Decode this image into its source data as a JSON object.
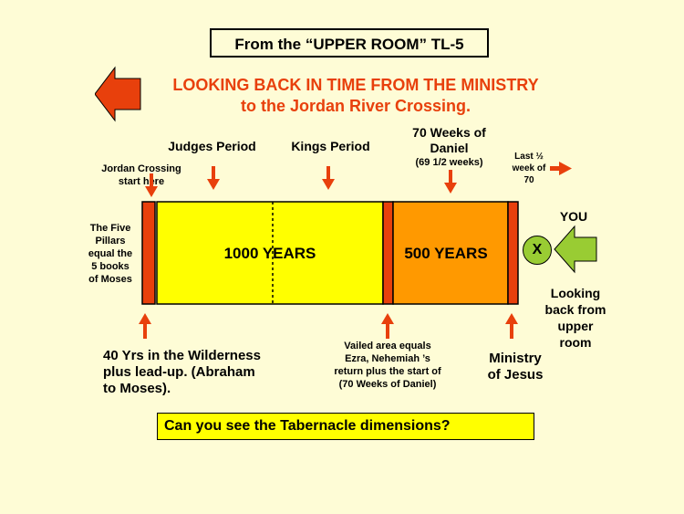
{
  "title": "From the “UPPER ROOM”  TL-5",
  "headline": {
    "line1": "LOOKING BACK IN TIME FROM THE MINISTRY",
    "line2": "to the Jordan River Crossing."
  },
  "periods": {
    "judges": "Judges Period",
    "kings": "Kings Period",
    "daniel_line1": "70 Weeks of",
    "daniel_line2": "Daniel",
    "daniel_sub": "(69 1/2 weeks)",
    "last_half_line1": "Last ½",
    "last_half_line2": "week of",
    "last_half_line3": "70"
  },
  "jordan": {
    "line1": "Jordan Crossing",
    "line2": "start here"
  },
  "pillars": {
    "line1": "The Five",
    "line2": "Pillars",
    "line3": "equal the",
    "line4": "5 books",
    "line5": "of Moses"
  },
  "bars": {
    "years1000": "1000 YEARS",
    "years500": "500 YEARS"
  },
  "you": "YOU",
  "x_mark": "X",
  "looking_back": {
    "line1": "Looking",
    "line2": "back from",
    "line3": "upper",
    "line4": "room"
  },
  "wilderness": {
    "line1": "40 Yrs in the Wilderness",
    "line2": "plus lead-up.  (Abraham",
    "line3": "to Moses)."
  },
  "vailed": {
    "line1": "Vailed  area  equals",
    "line2": "Ezra, Nehemiah ’s",
    "line3": "return plus the start of",
    "line4": "(70 Weeks of Daniel)"
  },
  "ministry": {
    "line1": "Ministry",
    "line2": "of Jesus"
  },
  "question": "Can you see the Tabernacle dimensions?",
  "colors": {
    "background": "#fefcd6",
    "red": "#e8400c",
    "yellow_bar": "#ffff00",
    "orange_bar": "#ff9900",
    "green_arrow": "#99cc33"
  }
}
